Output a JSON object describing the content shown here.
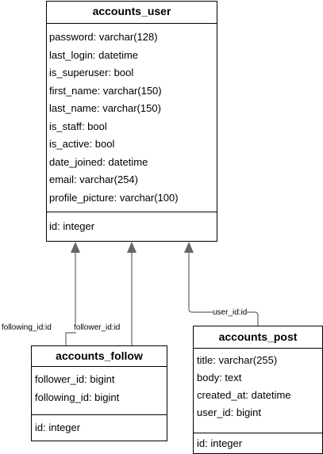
{
  "entities": {
    "accounts_user": {
      "name": "accounts_user",
      "attributes": [
        "password: varchar(128)",
        "last_login: datetime",
        "is_superuser: bool",
        "first_name: varchar(150)",
        "last_name: varchar(150)",
        "is_staff: bool",
        "is_active: bool",
        "date_joined: datetime",
        "email: varchar(254)",
        "profile_picture: varchar(100)"
      ],
      "primary_key": "id: integer"
    },
    "accounts_follow": {
      "name": "accounts_follow",
      "attributes": [
        "follower_id: bigint",
        "following_id: bigint"
      ],
      "primary_key": "id: integer"
    },
    "accounts_post": {
      "name": "accounts_post",
      "attributes": [
        "title: varchar(255)",
        "body: text",
        "created_at: datetime",
        "user_id: bigint"
      ],
      "primary_key": "id: integer"
    }
  },
  "relationships": [
    {
      "from": "accounts_follow",
      "to": "accounts_user",
      "label": "following_id:id"
    },
    {
      "from": "accounts_follow",
      "to": "accounts_user",
      "label": "follower_id:id"
    },
    {
      "from": "accounts_post",
      "to": "accounts_user",
      "label": "user_id:id"
    }
  ],
  "colors": {
    "line": "#666666",
    "arrowhead": "#666666",
    "border": "#000000",
    "background": "#ffffff"
  }
}
